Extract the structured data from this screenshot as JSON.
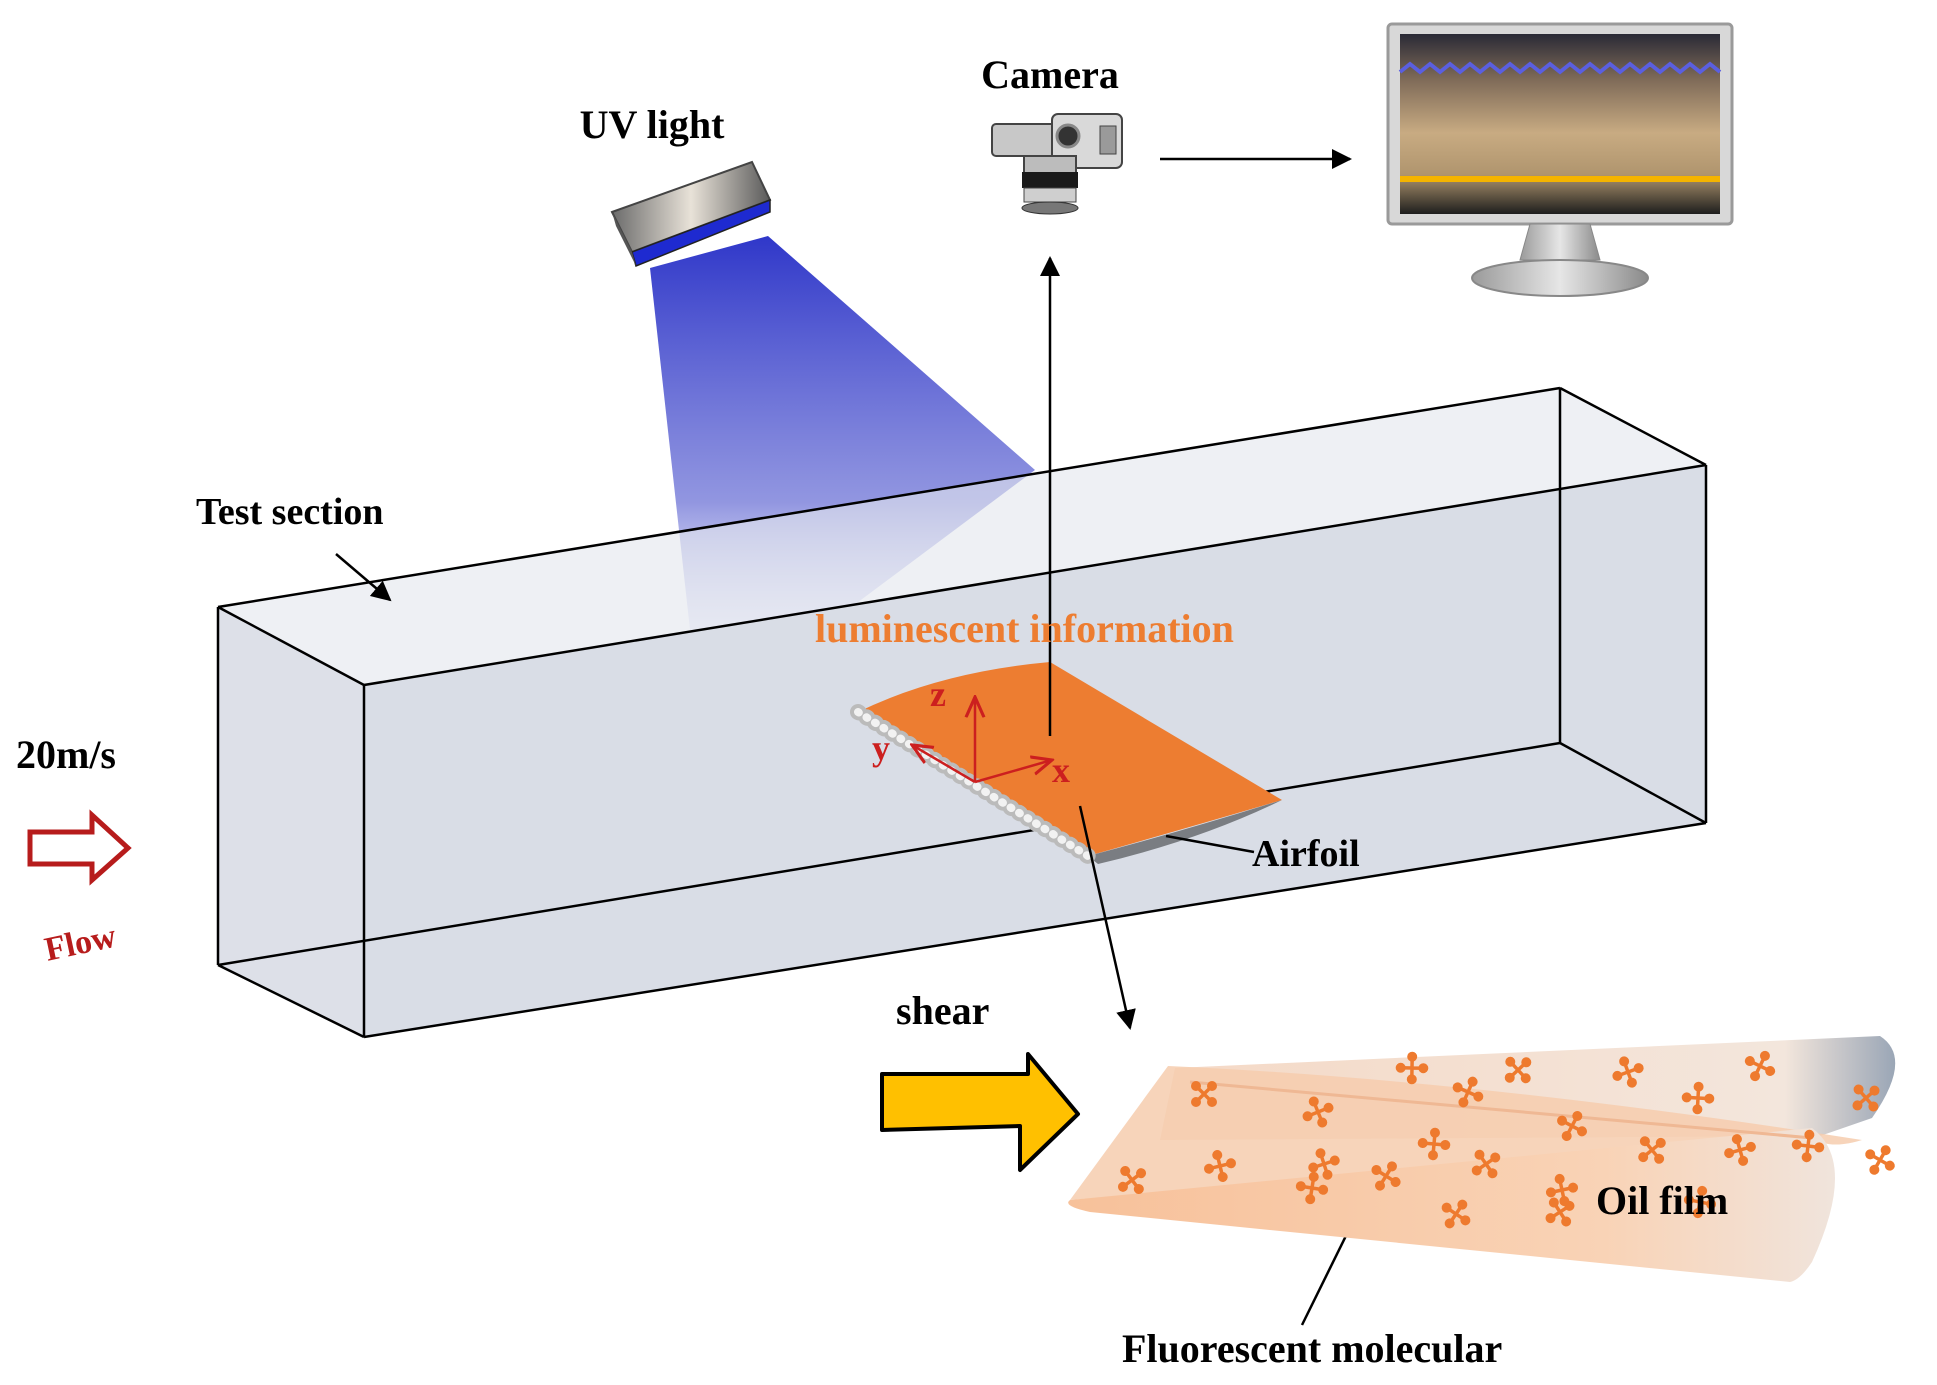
{
  "labels": {
    "camera": "Camera",
    "uv_light": "UV light",
    "test_section": "Test section",
    "luminescent": "luminescent information",
    "speed": "20m/s",
    "flow": "Flow",
    "airfoil": "Airfoil",
    "shear": "shear",
    "oil_film": "Oil film",
    "fluorescent": "Fluorescent molecular",
    "axis_x": "x",
    "axis_y": "y",
    "axis_z": "z"
  },
  "colors": {
    "uv_blue": "#2f37c9",
    "airfoil_orange": "#ed7d31",
    "axis_red": "#cc1f1f",
    "flow_red": "#b71c1c",
    "shear_arrow": "#ffc000",
    "oil_film": "#f7c7a3",
    "molecule": "#ee7a2e",
    "section_fill": "#d9dde6",
    "monitor_streak": "#f5b400"
  },
  "icons": [
    "camera-icon",
    "uv-lamp-icon",
    "monitor-icon",
    "flow-arrow-icon",
    "shear-arrow-icon",
    "fluorescent-molecule-icon"
  ]
}
